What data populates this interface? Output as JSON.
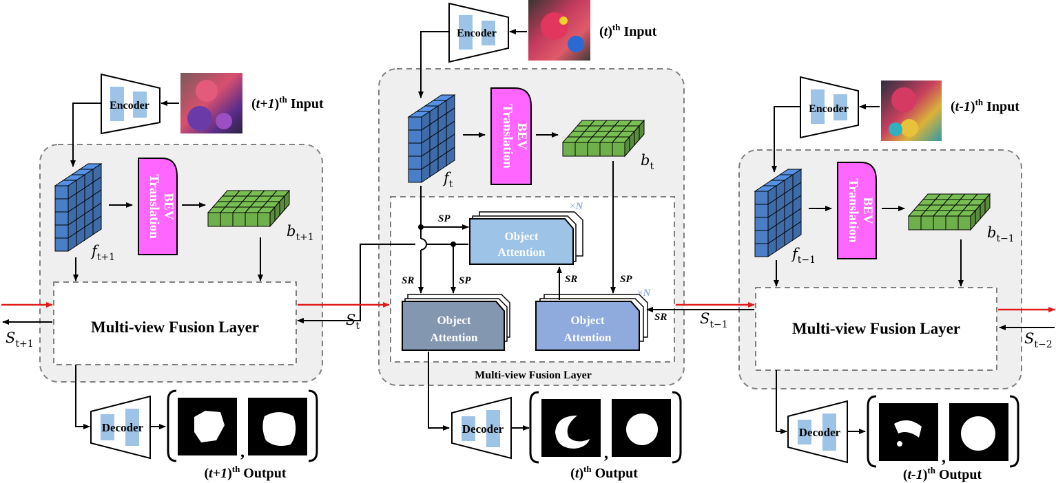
{
  "blocks": {
    "prev": {
      "encoder": "Encoder",
      "input_label": {
        "idx": "t+1",
        "sup": "th",
        "rest": " Input"
      },
      "bev_line1": "BEV",
      "bev_line2": "Translation",
      "f_sub": "t+1",
      "b_sub": "t+1",
      "fusion": "Multi-view Fusion Layer",
      "decoder": "Decoder",
      "comma": ",",
      "output_label": {
        "idx": "t+1",
        "sup": "th",
        "rest": " Output"
      }
    },
    "curr": {
      "encoder": "Encoder",
      "input_label": {
        "idx": "t",
        "sup": "th",
        "rest": " Input"
      },
      "bev_line1": "BEV",
      "bev_line2": "Translation",
      "f_sub": "t",
      "b_sub": "t",
      "fusion_caption": "Multi-view Fusion Layer",
      "attention_top": {
        "line1": "Object",
        "line2": "Attention",
        "repeat": "N"
      },
      "attention_left": {
        "line1": "Object",
        "line2": "Attention"
      },
      "attention_right": {
        "line1": "Object",
        "line2": "Attention",
        "repeat": "N"
      },
      "sp_top": "SP",
      "sp_mid": "SP",
      "sp_right": "SP",
      "sr_left": "SR",
      "sr_mid": "SR",
      "sr_right": "SR",
      "decoder": "Decoder",
      "comma": ",",
      "output_label": {
        "idx": "t",
        "sup": "th",
        "rest": " Output"
      }
    },
    "next": {
      "encoder": "Encoder",
      "input_label": {
        "idx": "t-1",
        "sup": "th",
        "rest": " Input"
      },
      "bev_line1": "BEV",
      "bev_line2": "Translation",
      "f_sub": "t−1",
      "b_sub": "t−1",
      "fusion": "Multi-view Fusion Layer",
      "decoder": "Decoder",
      "comma": ",",
      "output_label": {
        "idx": "t-1",
        "sup": "th",
        "rest": " Output"
      }
    }
  },
  "states": {
    "s_t_plus_1": {
      "base": "S",
      "sub": "t+1"
    },
    "s_t": {
      "base": "S",
      "sub": "t"
    },
    "s_t_minus_1": {
      "base": "S",
      "sub": "t−1"
    },
    "s_t_minus_2": {
      "base": "S",
      "sub": "t−2"
    }
  },
  "colors": {
    "panel_fill": "#efefef",
    "panel_stroke": "#7f7f7f",
    "cube_blue": "#4a7fc7",
    "grid_green": "#6fb04c",
    "bev_pink": "#ff66ff",
    "encoder_inner": "#9dc3e6",
    "attention_light": "#9dc3e6",
    "attention_dark": "#8497b0",
    "attention_mid": "#8faadc",
    "forward_arrow": "#e31a1c",
    "repeat_marker": "#8faadc"
  },
  "icons": {
    "input_photo": "input-photo-thumbnail",
    "mask_pred": "predicted-mask-thumbnail",
    "mask_gt": "ground-truth-mask-thumbnail"
  }
}
